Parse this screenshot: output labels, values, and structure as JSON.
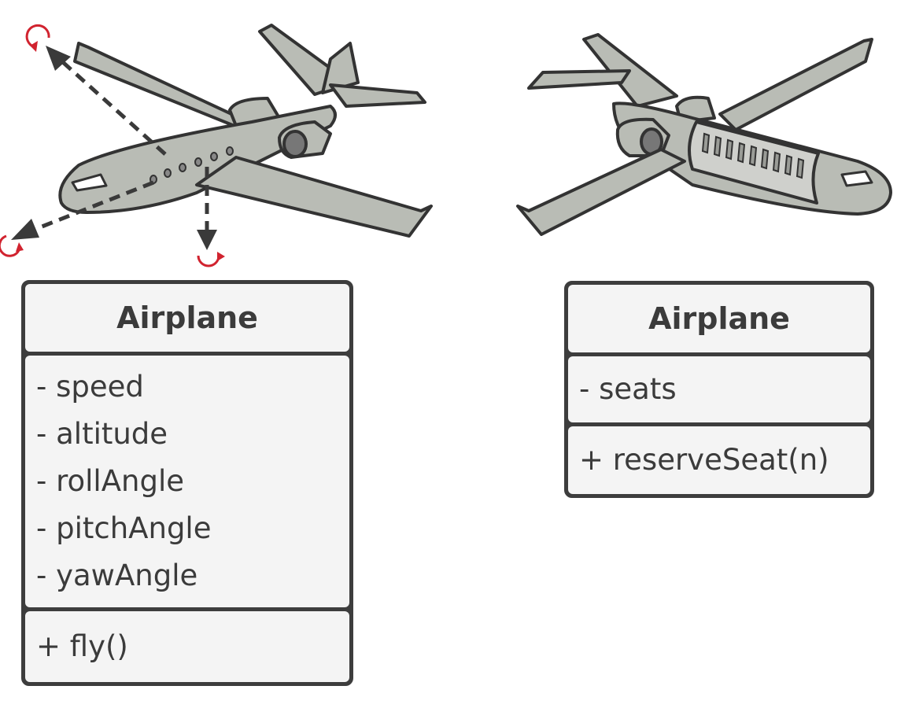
{
  "left_class": {
    "name": "Airplane",
    "attributes": [
      "- speed",
      "- altitude",
      "- rollAngle",
      "- pitchAngle",
      "- yawAngle"
    ],
    "methods": [
      "+ fly()"
    ]
  },
  "right_class": {
    "name": "Airplane",
    "attributes": [
      "- seats"
    ],
    "methods": [
      "+ reserveSeat(n)"
    ]
  },
  "colors": {
    "outline": "#3d3d3d",
    "box_fill": "#f4f4f4",
    "plane_body": "#b9bcb5",
    "arrow_accent": "#d1232f"
  },
  "icons": [
    "left-airplane-illustration",
    "right-airplane-illustration",
    "rotation-arrow-icon"
  ]
}
